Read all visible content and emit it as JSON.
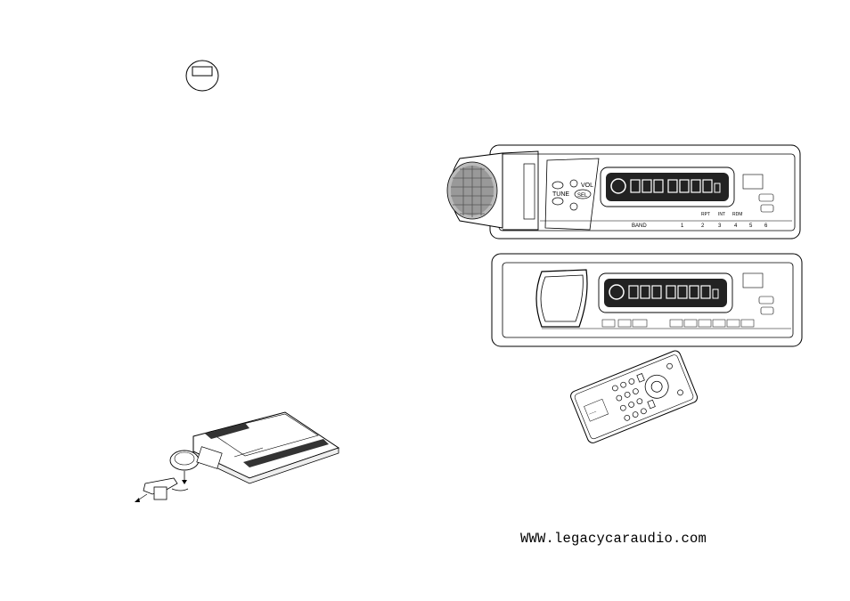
{
  "footer": {
    "website": "WWW.legacycaraudio.com"
  },
  "radio_upper": {
    "buttons": {
      "vol": "VOL",
      "tune": "TUNE",
      "sel": "SEL"
    },
    "bottom_row": [
      "BAND",
      "1",
      "2",
      "3",
      "4",
      "5",
      "6"
    ],
    "bottom_labels": [
      "RPT",
      "INT",
      "RDM"
    ]
  },
  "icons": {
    "top_symbol": "rounded-square-in-circle-icon",
    "battery": "coin-battery-icon",
    "remote": "remote-control-icon"
  }
}
